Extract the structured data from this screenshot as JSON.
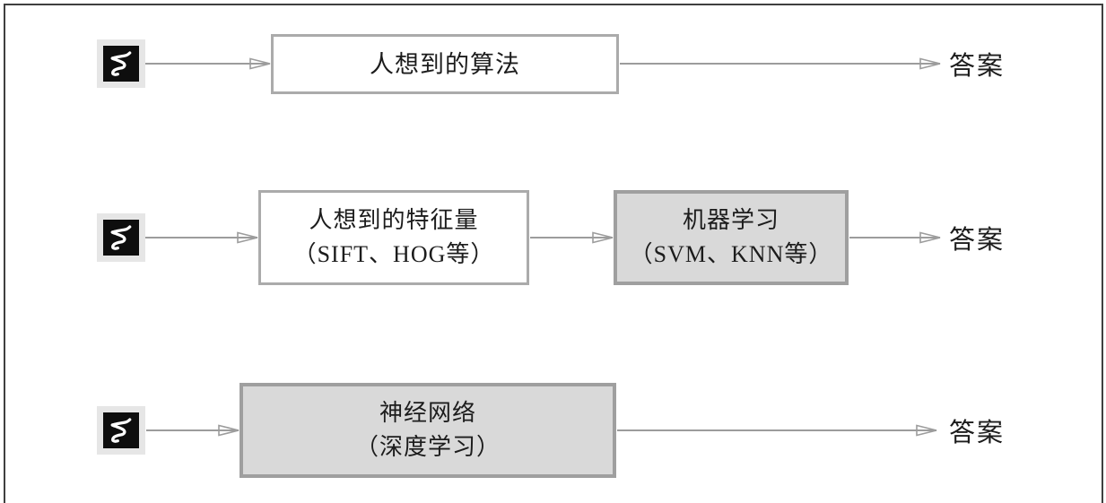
{
  "diagram": {
    "rows": [
      {
        "input_icon": "handwritten-digit-5",
        "boxes": [
          {
            "style": "white",
            "lines": [
              "人想到的算法"
            ]
          }
        ],
        "output": "答案"
      },
      {
        "input_icon": "handwritten-digit-5",
        "boxes": [
          {
            "style": "white",
            "lines": [
              "人想到的特征量",
              "（SIFT、HOG等）"
            ]
          },
          {
            "style": "gray",
            "lines": [
              "机器学习",
              "（SVM、KNN等）"
            ]
          }
        ],
        "output": "答案"
      },
      {
        "input_icon": "handwritten-digit-5",
        "boxes": [
          {
            "style": "gray",
            "lines": [
              "神经网络",
              "（深度学习）"
            ]
          }
        ],
        "output": "答案"
      }
    ]
  },
  "colors": {
    "frame": "#3f3f3f",
    "box-border": "#ababab",
    "gray-border": "#9f9f9f",
    "gray-fill": "#d9d9d9",
    "arrow": "#9c9c9c",
    "text": "#1c1c1c",
    "tile-bg": "#e6e6e6",
    "digit-bg": "#0e0e0e"
  }
}
